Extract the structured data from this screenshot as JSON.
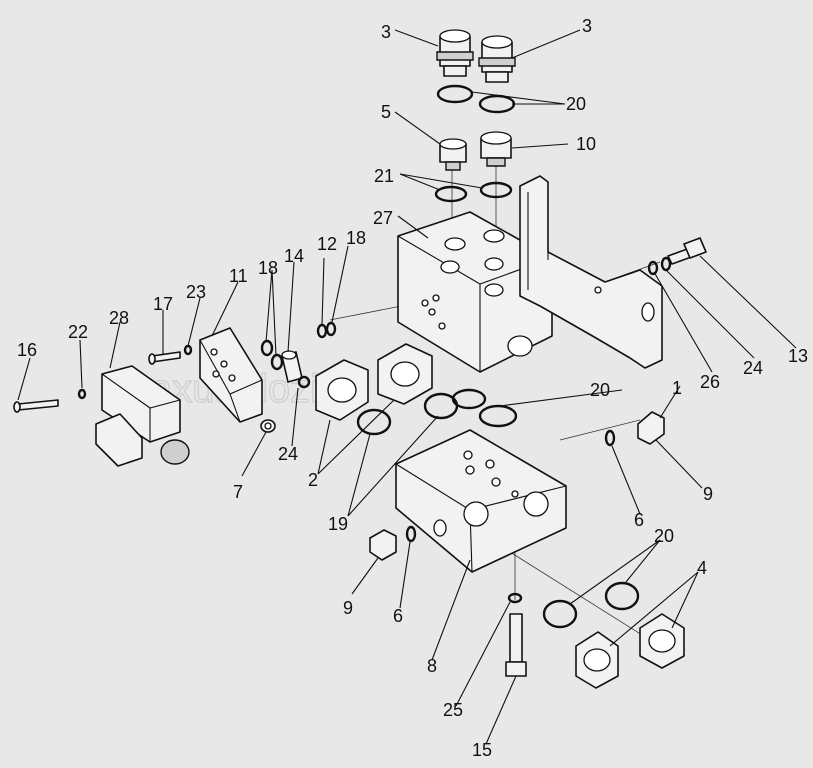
{
  "watermark": "axuanlozi.ru",
  "callouts": {
    "c1": "1",
    "c2": "2",
    "c3a": "3",
    "c3b": "3",
    "c4": "4",
    "c5": "5",
    "c6a": "6",
    "c6b": "6",
    "c7": "7",
    "c8": "8",
    "c9a": "9",
    "c9b": "9",
    "c10": "10",
    "c11": "11",
    "c12": "12",
    "c13": "13",
    "c14": "14",
    "c15": "15",
    "c16": "16",
    "c17": "17",
    "c18a": "18",
    "c18b": "18",
    "c19": "19",
    "c20a": "20",
    "c20b": "20",
    "c20c": "20",
    "c21": "21",
    "c22": "22",
    "c23": "23",
    "c24a": "24",
    "c24b": "24",
    "c25": "25",
    "c26": "26",
    "c27": "27",
    "c28": "28"
  }
}
